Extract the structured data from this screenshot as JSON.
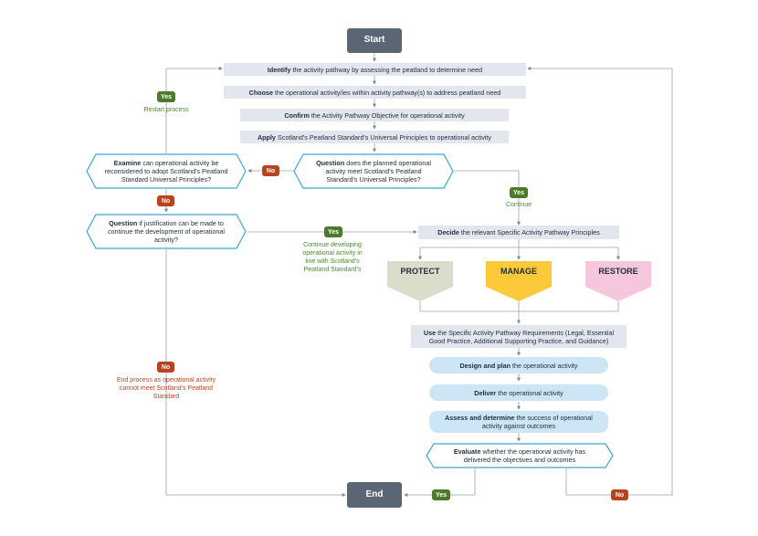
{
  "start": "Start",
  "end": "End",
  "identify": {
    "bold": "Identify",
    "rest": " the activity pathway by assessing the peatland to determine need"
  },
  "choose": {
    "bold": "Choose",
    "rest": " the operational activity/ies within activity pathway(s) to address peatland need"
  },
  "confirm": {
    "bold": "Confirm",
    "rest": " the Activity Pathway Objective for operational activity"
  },
  "apply": {
    "bold": "Apply",
    "rest": " Scotland's Peatland Standard's Universal Principles to operational activity"
  },
  "question1": {
    "bold": "Question",
    "rest": " does the planned operational activity meet Scotland's Peatland Standard's Universal Principles?"
  },
  "examine": {
    "bold": "Examine",
    "rest": " can operational activity be reconsidered to adopt Scotland's Peatland Standard Universal Principles?"
  },
  "question2": {
    "bold": "Question",
    "rest": " if justification can be made to continue the development of operational activity?"
  },
  "decide": {
    "bold": "Decide",
    "rest": " the relevant Specific Activity Pathway Principles"
  },
  "pathways": [
    {
      "label": "PROTECT",
      "color": "#dcdccb"
    },
    {
      "label": "MANAGE",
      "color": "#fcc93a"
    },
    {
      "label": "RESTORE",
      "color": "#f5c6dc"
    }
  ],
  "use": {
    "bold": "Use",
    "rest": " the Specific Activity Pathway Requirements (Legal, Essential Good Practice, Additional Supporting Practice, and Guidance)"
  },
  "design": {
    "bold": "Design and plan",
    "rest": " the operational activity"
  },
  "deliver": {
    "bold": "Deliver",
    "rest": " the operational activity"
  },
  "assess": {
    "bold": "Assess and determine",
    "rest": " the success of operational activity against outcomes"
  },
  "evaluate": {
    "bold": "Evaluate",
    "rest": " whether the operational activity has delivered the objectives and outcomes"
  },
  "badges": {
    "yes": "Yes",
    "no": "No"
  },
  "notes": {
    "restart": "Restart process",
    "continue": "Continue",
    "continue_developing": "Continue developing operational activity in line with Scotland's Peatland Standard's",
    "end_process": "End process as operational activity cannot meet Scotland's Peatland Standard"
  },
  "colors": {
    "connector": "#9aa1ab",
    "yes": "#4b7a2a",
    "no": "#b8431f",
    "hex_border": "#3aa7d8"
  }
}
